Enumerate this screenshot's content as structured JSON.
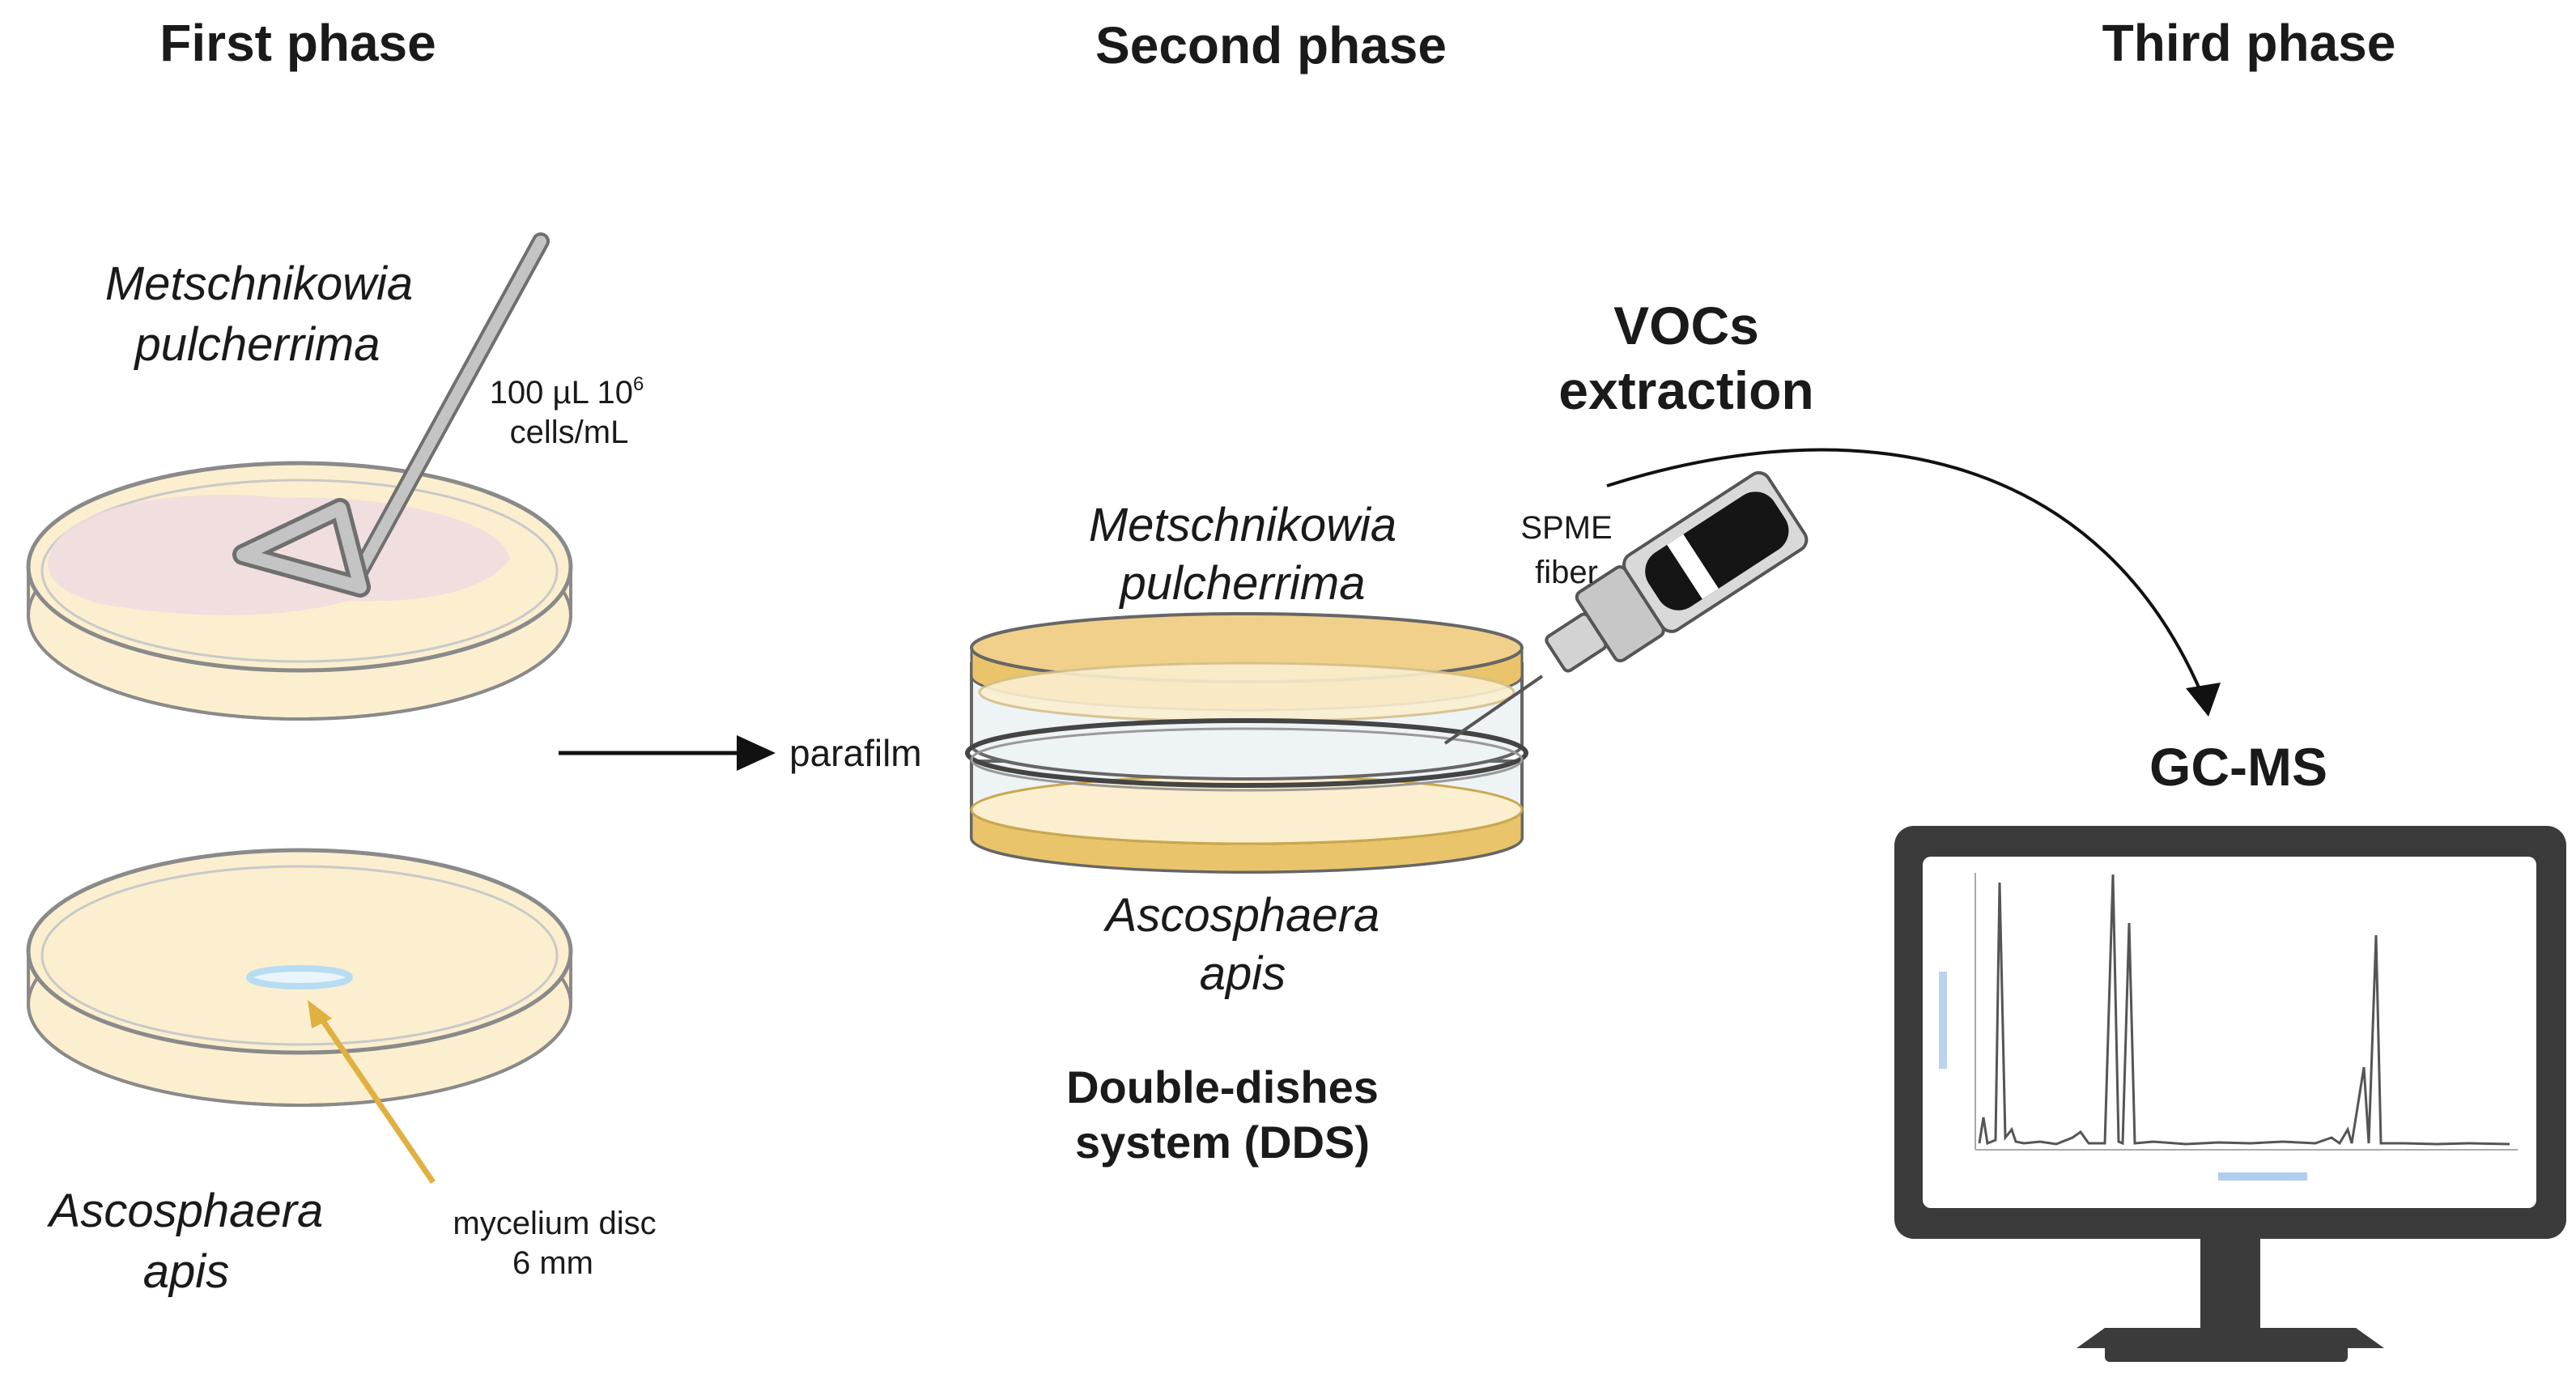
{
  "phases": {
    "first": "First phase",
    "second": "Second phase",
    "third": "Third phase"
  },
  "phase1": {
    "top_species_line1": "Metschnikowia",
    "top_species_line2": "pulcherrima",
    "inoculum_line1": "100 µL 10",
    "inoculum_exponent": "6",
    "inoculum_line2": "cells/mL",
    "bottom_species_line1": "Ascosphaera",
    "bottom_species_line2": "apis",
    "disc_line1": "mycelium disc",
    "disc_line2": "6 mm"
  },
  "phase2": {
    "parafilm": "parafilm",
    "top_species_line1": "Metschnikowia",
    "top_species_line2": "pulcherrima",
    "bottom_species_line1": "Ascosphaera",
    "bottom_species_line2": "apis",
    "system_line1": "Double-dishes",
    "system_line2": "system (DDS)",
    "spme_line1": "SPME",
    "spme_line2": "fiber",
    "vocs_line1": "VOCs",
    "vocs_line2": "extraction"
  },
  "phase3": {
    "instrument": "GC-MS"
  },
  "colors": {
    "agar": "#fbefcf",
    "agar_edge": "#e8cf8c",
    "yeast_lawn": "#f0dbe0",
    "dish_rim": "#555555",
    "dish_gold": "#e9c46a",
    "spreader": "#b9b9b9",
    "mycelium_arrow": "#e0b040",
    "disc": "#b8dcf2",
    "monitor_frame": "#3b3b3b",
    "chromatogram_axis": "#5b8fd0"
  }
}
